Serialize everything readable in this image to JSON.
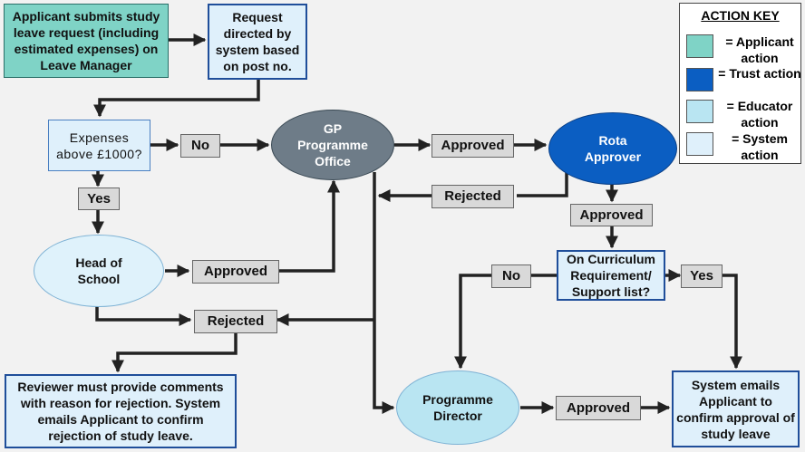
{
  "nodes": {
    "applicant_submits": "Applicant submits study leave request (including estimated expenses) on Leave Manager",
    "request_directed": "Request directed by system based on post no.",
    "expenses_question": "Expenses above £1000?",
    "gp_office": "GP Programme Office",
    "rota_approver": "Rota Approver",
    "head_of_school": "Head of School",
    "curriculum_question": "On Curriculum Requirement/ Support list?",
    "programme_director": "Programme Director",
    "reviewer_comments": "Reviewer must provide comments with reason for rejection. System emails Applicant to confirm rejection of study leave.",
    "system_emails_approval": "System emails Applicant to confirm approval of study leave"
  },
  "labels": {
    "no_expenses": "No",
    "yes_expenses": "Yes",
    "approved_gp": "Approved",
    "rejected_rota": "Rejected",
    "approved_rota": "Approved",
    "approved_hos": "Approved",
    "rejected_center": "Rejected",
    "no_curriculum": "No",
    "yes_curriculum": "Yes",
    "approved_pd": "Approved"
  },
  "key": {
    "title": "ACTION KEY",
    "items": [
      {
        "label": "= Applicant action",
        "color": "#7fd3c6"
      },
      {
        "label": "= Trust action",
        "color": "#0b5ec2"
      },
      {
        "label": "= Educator action",
        "color": "#b9e5f2"
      },
      {
        "label": "= System action",
        "color": "#dff0fb"
      }
    ]
  }
}
